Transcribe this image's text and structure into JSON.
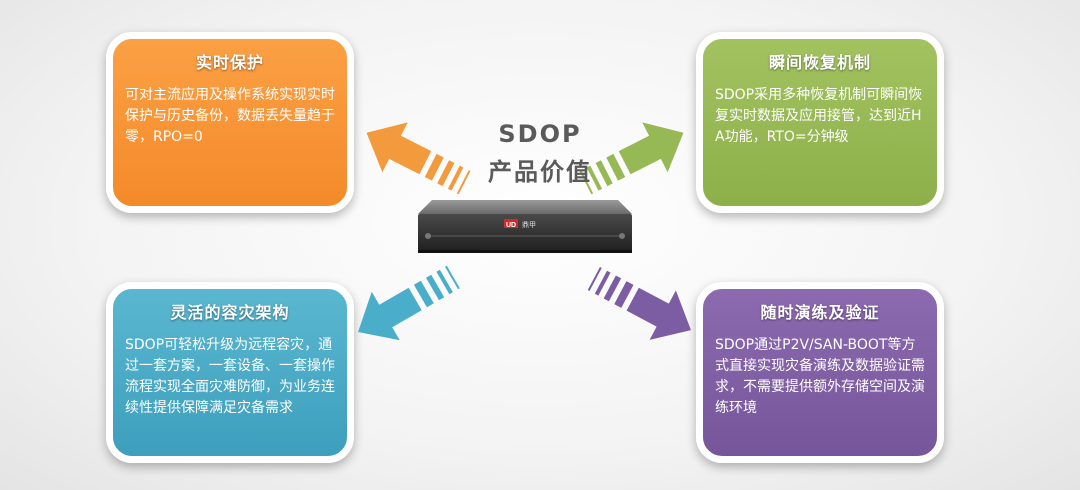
{
  "center": {
    "line1": "SDOP",
    "line2": "产品价值"
  },
  "device": {
    "brand_badge": "UD",
    "brand_label": "鼎甲"
  },
  "cards": {
    "realtime_protection": {
      "title": "实时保护",
      "body": "可对主流应用及操作系统实现实时保护与历史备份，数据丢失量趋于零，RPO=0",
      "color": "#f48a2a"
    },
    "instant_recovery": {
      "title": "瞬间恢复机制",
      "body": "SDOP采用多种恢复机制可瞬间恢复实时数据及应用接管，达到近HA功能，RTO=分钟级",
      "color": "#8db04a"
    },
    "flexible_dr": {
      "title": "灵活的容灾架构",
      "body": "SDOP可轻松升级为远程容灾，通过一套方案，一套设备、一套操作流程实现全面灾难防御，为业务连续性提供保障满足灾备需求",
      "color": "#3d9fbd"
    },
    "drill_verify": {
      "title": "随时演练及验证",
      "body": "SDOP通过P2V/SAN-BOOT等方式直接实现灾备演练及数据验证需求，不需要提供额外存储空间及演练环境",
      "color": "#76559b"
    }
  }
}
